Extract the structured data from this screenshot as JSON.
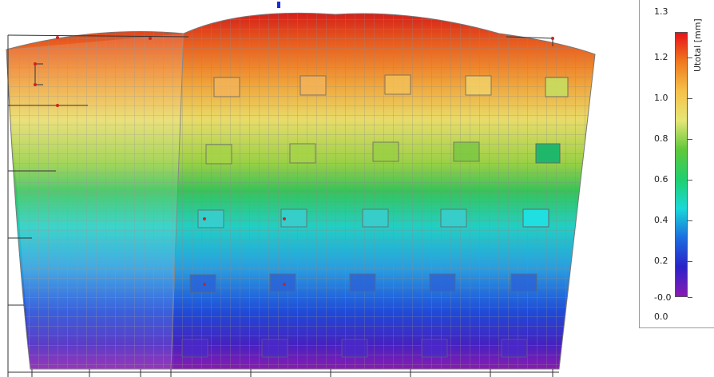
{
  "legend": {
    "quantity_label": "Utotal [mm]",
    "scale_max_label": "1.3",
    "scale_min_label": "0.0",
    "ticks": [
      "1.2",
      "1.0",
      "0.8",
      "0.6",
      "0.4",
      "0.2",
      "-0.0"
    ],
    "gradient_colors": [
      "#e8121a",
      "#f07a1e",
      "#f6c24a",
      "#e6e676",
      "#5fc83a",
      "#1fd06e",
      "#1ad8d8",
      "#1b6de0",
      "#2a22c8",
      "#8a1bb3"
    ]
  },
  "model": {
    "stories": 5,
    "window_columns": 5,
    "color_top": "#d62018",
    "color_bottom": "#8a1bb3"
  }
}
